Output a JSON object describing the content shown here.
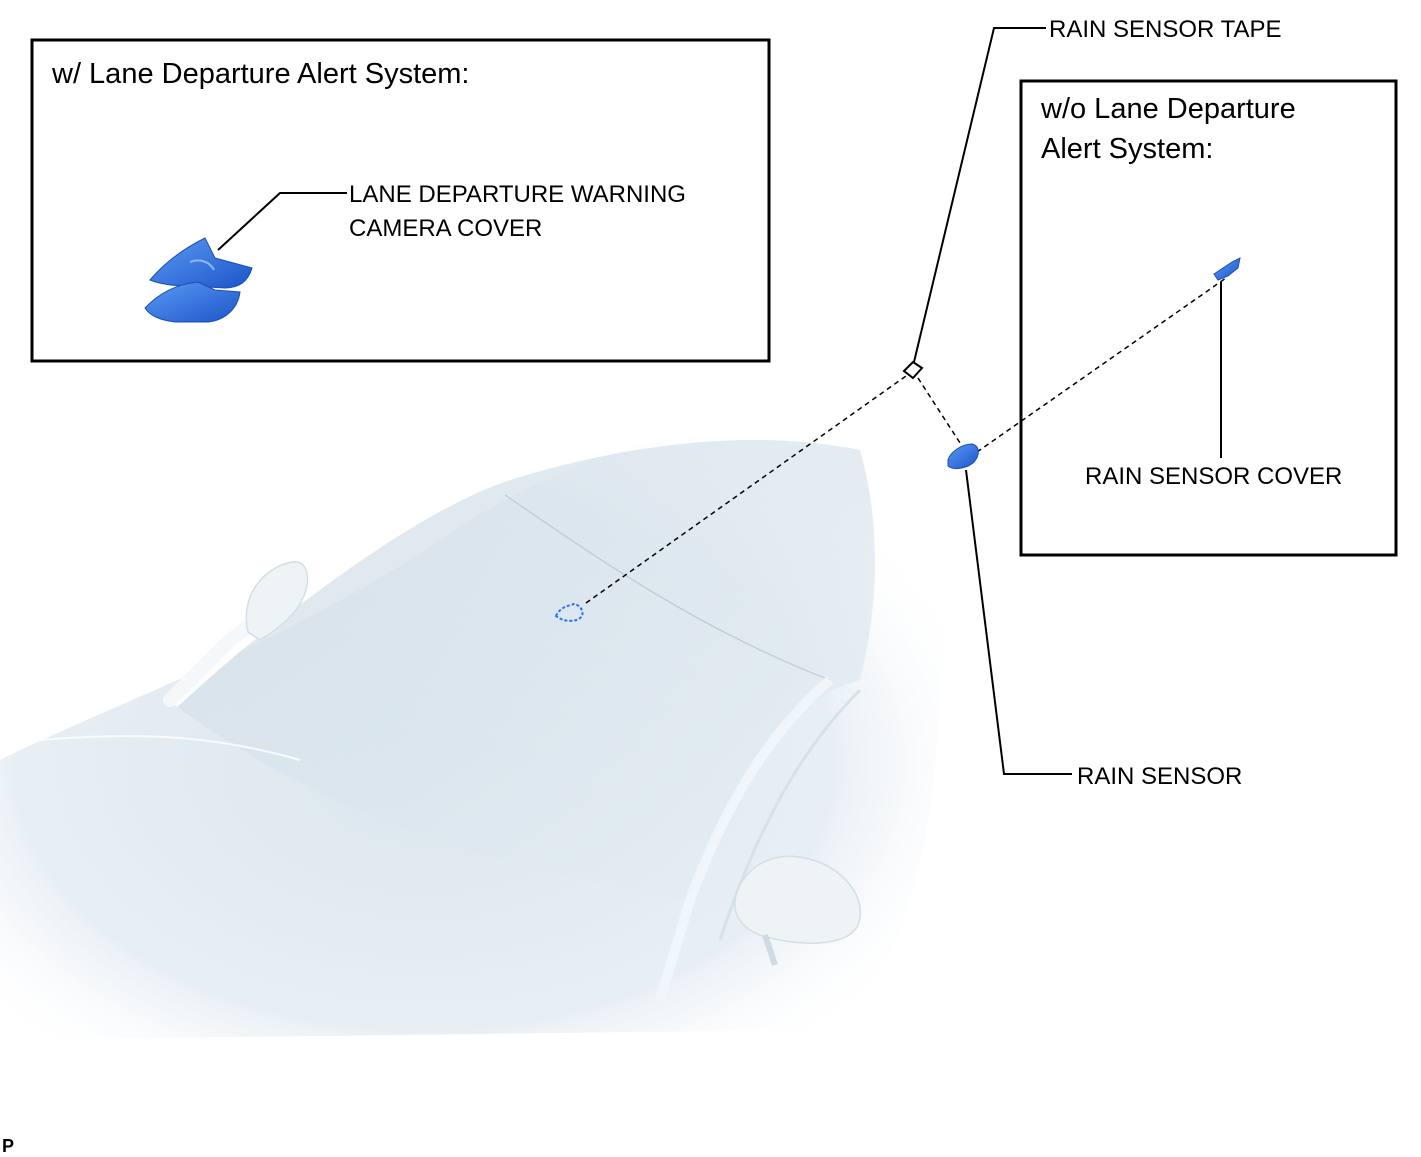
{
  "colors": {
    "part_blue": "#2f6fe0",
    "part_blue_light": "#5b9af5",
    "line": "#000000",
    "car_body": "#e3ecf2",
    "car_shadow": "#c9d8e3",
    "background": "#ffffff"
  },
  "inset_with_lda": {
    "title": "w/ Lane Departure Alert System:",
    "part_label_line1": "LANE DEPARTURE WARNING",
    "part_label_line2": "CAMERA COVER"
  },
  "inset_without_lda": {
    "title_line1": "w/o Lane Departure",
    "title_line2": "Alert System:",
    "part_label": "RAIN SENSOR COVER"
  },
  "callouts": {
    "rain_sensor_tape": "RAIN SENSOR TAPE",
    "rain_sensor": "RAIN SENSOR"
  },
  "corner_code": "P"
}
